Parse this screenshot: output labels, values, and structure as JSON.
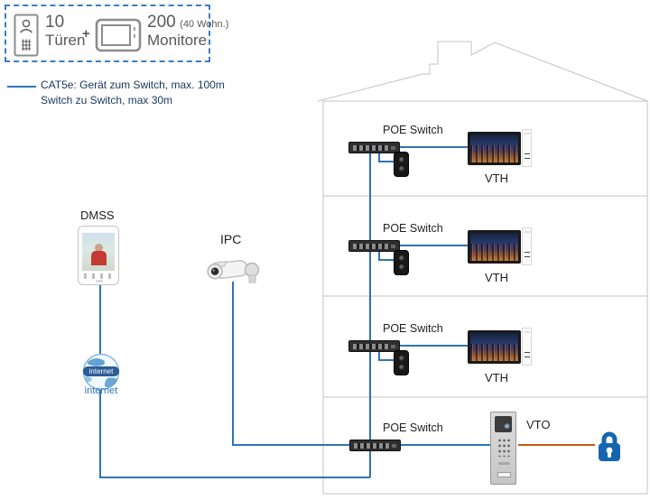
{
  "legend": {
    "doors_count": "10",
    "doors_label": "Türen",
    "plus": "+",
    "monitors_count": "200",
    "monitors_note": "(40 Wohn.)",
    "monitors_label": "Monitore"
  },
  "cable_note": {
    "line1": "CAT5e: Gerät zum Switch, max. 100m",
    "line2": "Switch zu Switch, max 30m"
  },
  "dmss": {
    "label": "DMSS"
  },
  "ipc": {
    "label": "IPC"
  },
  "internet": {
    "globe_text": "internet",
    "label": "internet"
  },
  "floors": [
    {
      "switch_label": "POE Switch",
      "monitor_label": "VTH"
    },
    {
      "switch_label": "POE Switch",
      "monitor_label": "VTH"
    },
    {
      "switch_label": "POE Switch",
      "monitor_label": "VTH"
    }
  ],
  "ground": {
    "switch_label": "POE Switch",
    "station_label": "VTO"
  },
  "icons": {
    "door_station": "door-station-icon",
    "monitor": "monitor-icon",
    "smartphone": "smartphone-icon",
    "bullet_camera": "bullet-camera-icon",
    "internet_globe": "internet-globe-icon",
    "poe_switch": "poe-switch-icon",
    "doorbell": "doorbell-icon",
    "vth_monitor": "vth-monitor-icon",
    "vto_station": "vto-door-station-icon",
    "lock": "padlock-icon"
  },
  "colors": {
    "line_blue": "#2E74B5",
    "line_orange": "#C55A11",
    "lock_blue": "#1565AE",
    "note_navy": "#17375D",
    "house_gray": "#C3C3C3",
    "legend_border_blue": "#3B7DC4"
  }
}
